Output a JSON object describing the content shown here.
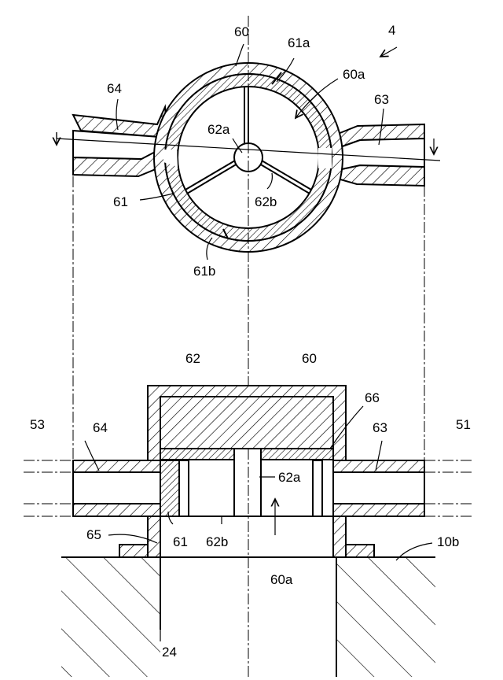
{
  "labels": {
    "fig": "4",
    "top_60": "60",
    "top_61a": "61a",
    "top_60a": "60a",
    "top_64": "64",
    "top_63": "63",
    "top_62a": "62a",
    "top_61": "61",
    "top_62b": "62b",
    "top_61b": "61b",
    "sec_62": "62",
    "sec_60": "60",
    "sec_66": "66",
    "sec_53": "53",
    "sec_64": "64",
    "sec_63": "63",
    "sec_51": "51",
    "sec_62a": "62a",
    "sec_65": "65",
    "sec_61": "61",
    "sec_62b": "62b",
    "sec_10b": "10b",
    "sec_60a": "60a",
    "sec_24": "24"
  }
}
